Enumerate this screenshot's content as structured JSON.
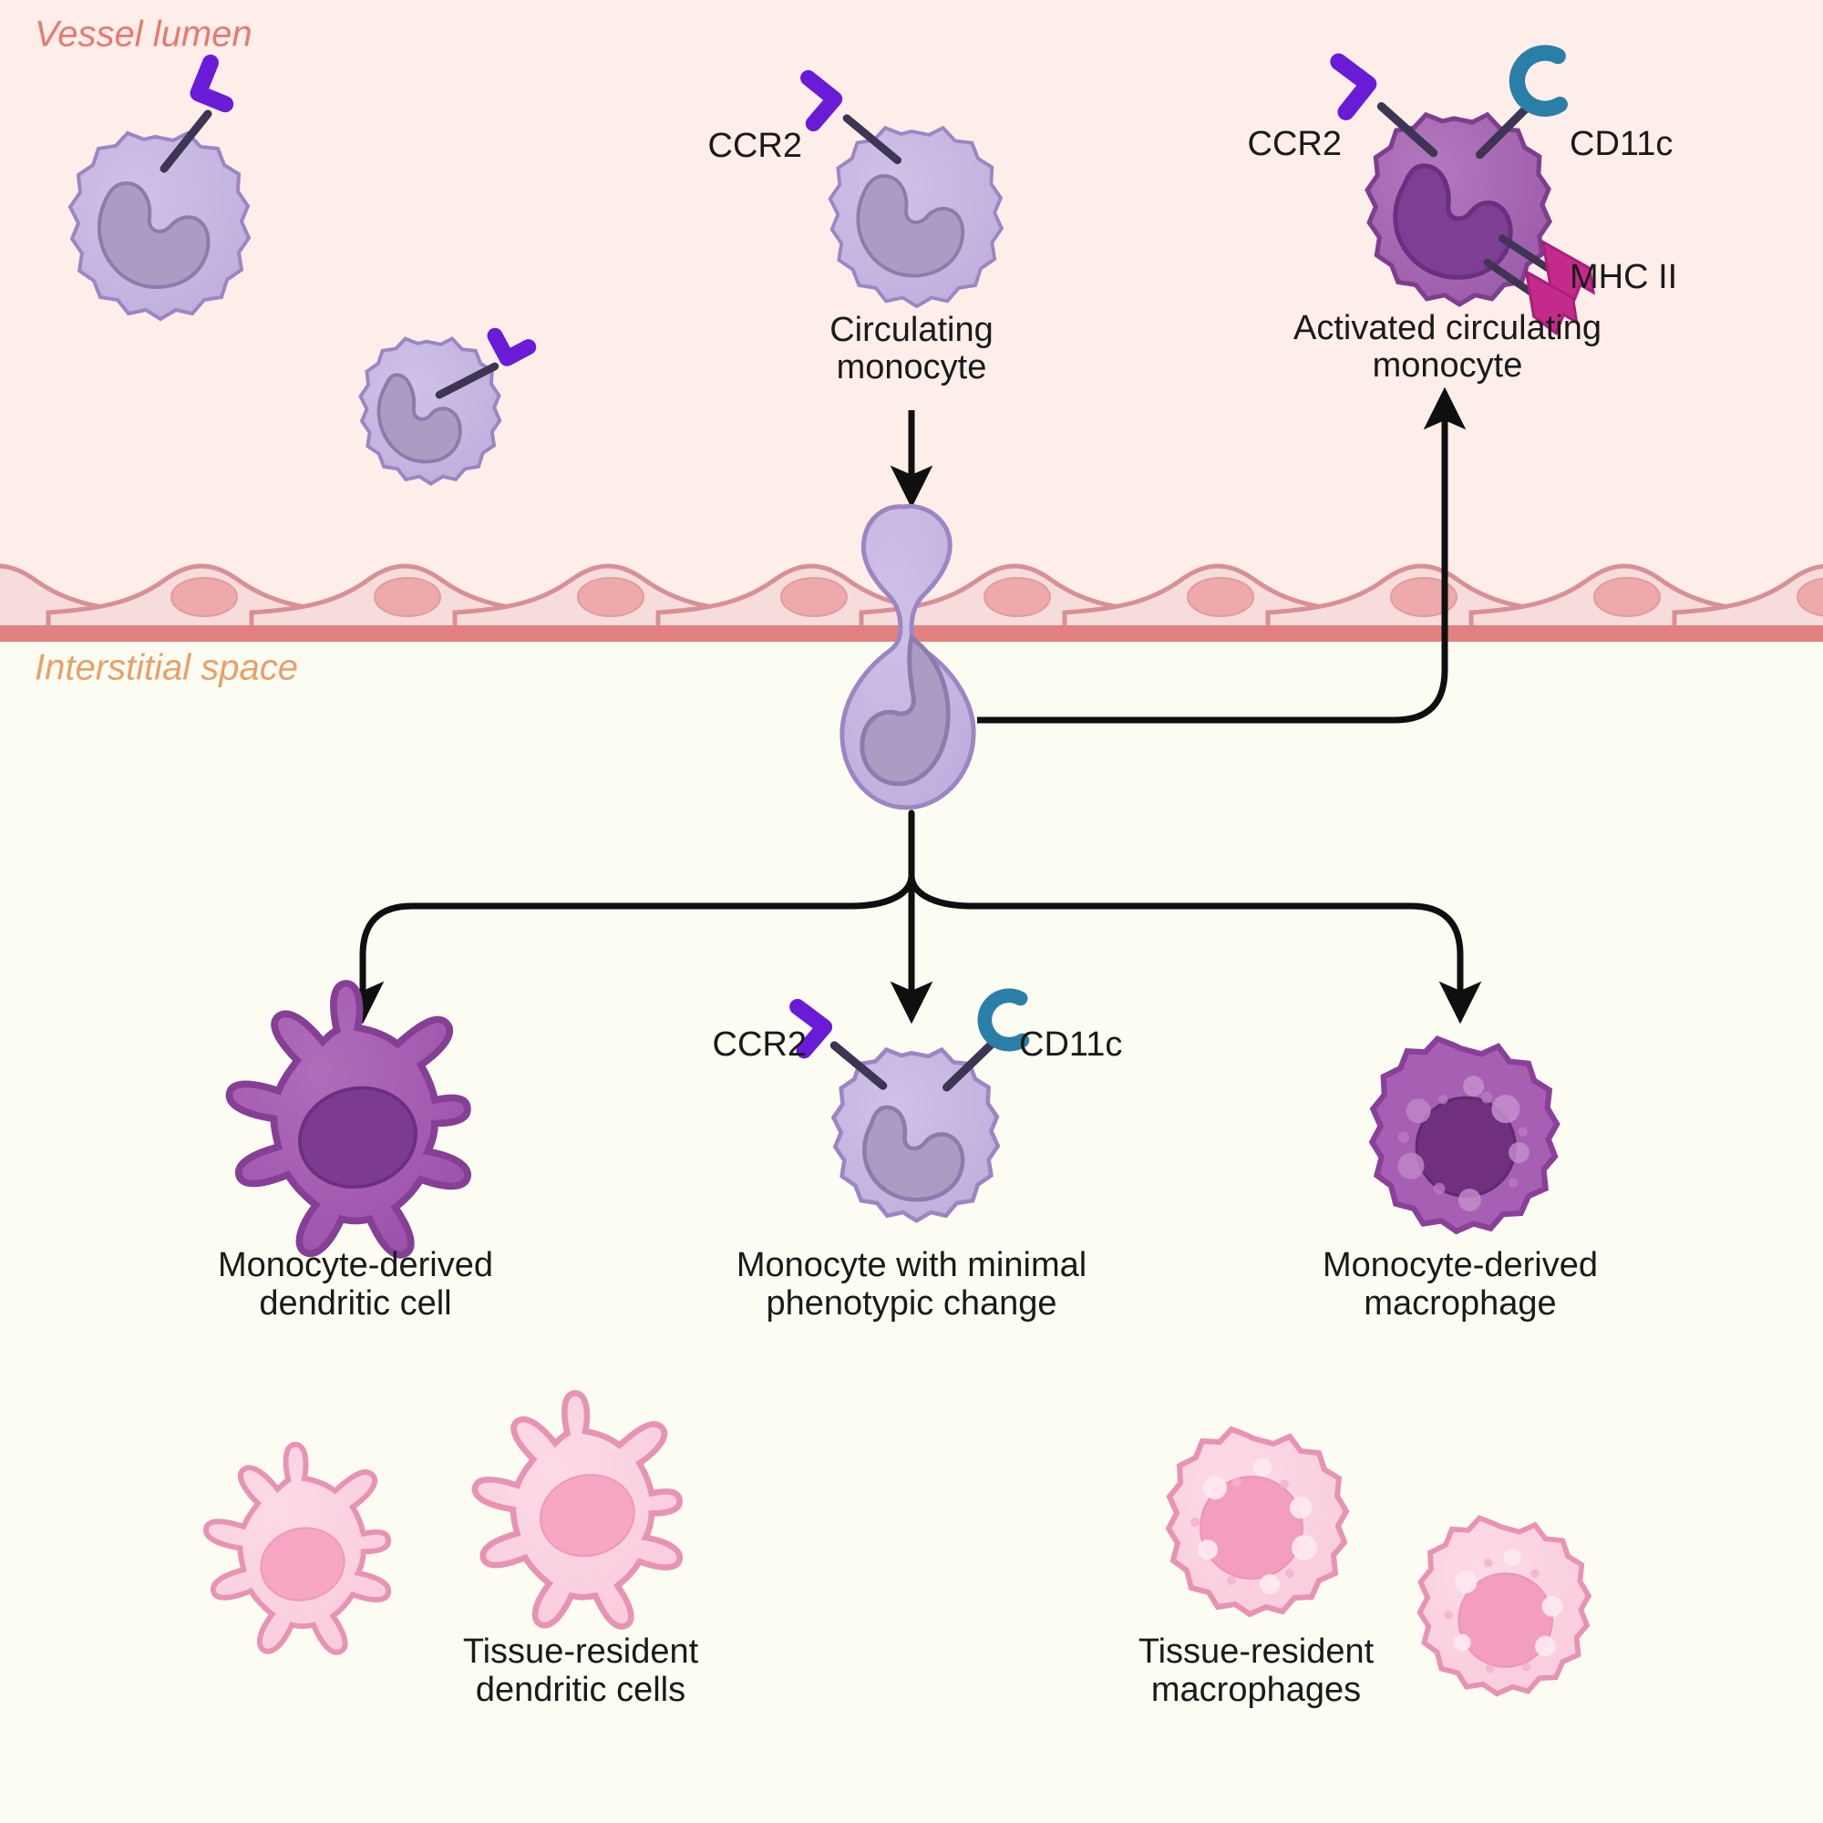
{
  "figure": {
    "title_regions": {
      "vessel_lumen": "Vessel lumen",
      "interstitial_space": "Interstitial space"
    }
  },
  "colors": {
    "lumen_bg": "#fdeeea",
    "interstitial_bg": "#fdfcf2",
    "endothelium_fill": "#f7dcdc",
    "endothelium_stroke": "#d98f96",
    "endothelium_nucleus": "#eeaaaa",
    "basement_membrane": "#e38080",
    "vessel_lumen_text": "#e8796f",
    "interstitial_text": "#e8a06b",
    "monocyte_cyto": "#c3b4e0",
    "monocyte_cyto_stroke": "#9c86c2",
    "monocyte_nucleus": "#ab9cc4",
    "monocyte_nucleus_stroke": "#8d7bac",
    "activated_cyto": "#a868b4",
    "activated_cyto_stroke": "#7d3f8d",
    "activated_nucleus": "#7c3f93",
    "dc_fill": "#a760b3",
    "dc_stroke": "#853f94",
    "dc_nucleus": "#7d3a91",
    "macrophage_fill": "#a75fb4",
    "macrophage_stroke": "#8a4098",
    "macrophage_nucleus": "#70307f",
    "resident_fill": "#fbd3e1",
    "resident_stroke": "#e892b4",
    "resident_nucleus": "#f7a7c4",
    "ccr2": "#6a1bd8",
    "cd11c": "#2a7fa8",
    "mhcii": "#c42a8c",
    "receptor_stem": "#3d3553",
    "arrow": "#0f0f10"
  },
  "receptors": {
    "ccr2": "CCR2",
    "cd11c": "CD11c",
    "mhcii": "MHC II"
  },
  "cells": {
    "circulating_monocyte": {
      "label_line1": "Circulating",
      "label_line2": "monocyte",
      "receptors": [
        "CCR2"
      ]
    },
    "activated_circulating_monocyte": {
      "label_line1": "Activated circulating",
      "label_line2": "monocyte",
      "receptors": [
        "CCR2",
        "CD11c",
        "MHC II"
      ]
    },
    "monocyte_derived_dendritic_cell": {
      "label_line1": "Monocyte-derived",
      "label_line2": "dendritic cell",
      "receptors": []
    },
    "monocyte_minimal_change": {
      "label_line1": "Monocyte with minimal",
      "label_line2": "phenotypic change",
      "receptors": [
        "CCR2",
        "CD11c"
      ]
    },
    "monocyte_derived_macrophage": {
      "label_line1": "Monocyte-derived",
      "label_line2": "macrophage",
      "receptors": []
    },
    "tissue_resident_dendritic_cells": {
      "label_line1": "Tissue-resident",
      "label_line2": "dendritic cells",
      "count": 2
    },
    "tissue_resident_macrophages": {
      "label_line1": "Tissue-resident",
      "label_line2": "macrophages",
      "count": 2
    },
    "lumen_free_monocytes": {
      "count": 2,
      "receptors": [
        "CCR2"
      ]
    },
    "transmigrating_monocyte": {
      "label": ""
    }
  },
  "endothelium": {
    "cell_count": 9,
    "label": "endothelial-cell-layer"
  },
  "icons": {
    "ccr2_icon": "ccr2-receptor-icon",
    "cd11c_icon": "cd11c-receptor-icon",
    "mhcii_icon": "mhcii-receptor-icon",
    "arrow_icon": "arrow-icon"
  }
}
